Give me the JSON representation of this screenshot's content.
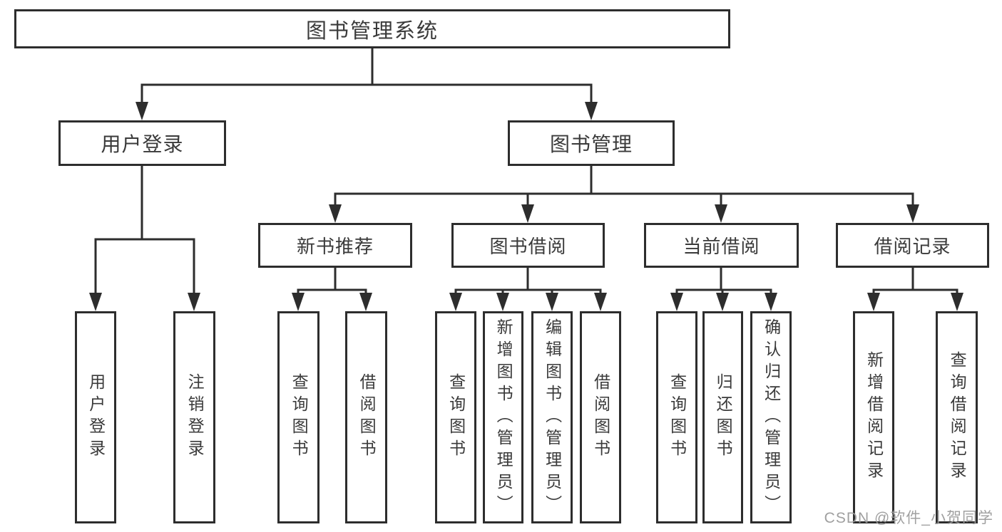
{
  "colors": {
    "line": "#2d2d2d",
    "border": "#2d2d2d",
    "text": "#3a3a3a",
    "watermark": "#9b9b9b",
    "background": "#ffffff"
  },
  "tree": {
    "root": {
      "label": "图书管理系统"
    },
    "branches": [
      {
        "label": "用户登录"
      },
      {
        "label": "图书管理"
      }
    ],
    "sections": [
      {
        "label": "新书推荐"
      },
      {
        "label": "图书借阅"
      },
      {
        "label": "当前借阅"
      },
      {
        "label": "借阅记录"
      }
    ],
    "leaves": [
      {
        "label": "用户登录"
      },
      {
        "label": "注销登录"
      },
      {
        "label": "查询图书"
      },
      {
        "label": "借阅图书"
      },
      {
        "label": "查询图书"
      },
      {
        "label": "新增图书（管理员）"
      },
      {
        "label": "编辑图书（管理员）"
      },
      {
        "label": "借阅图书"
      },
      {
        "label": "查询图书"
      },
      {
        "label": "归还图书"
      },
      {
        "label": "确认归还（管理员）"
      },
      {
        "label": "新增借阅记录"
      },
      {
        "label": "查询借阅记录"
      }
    ]
  },
  "watermark": {
    "text": "CSDN @软件_小贺同学"
  }
}
